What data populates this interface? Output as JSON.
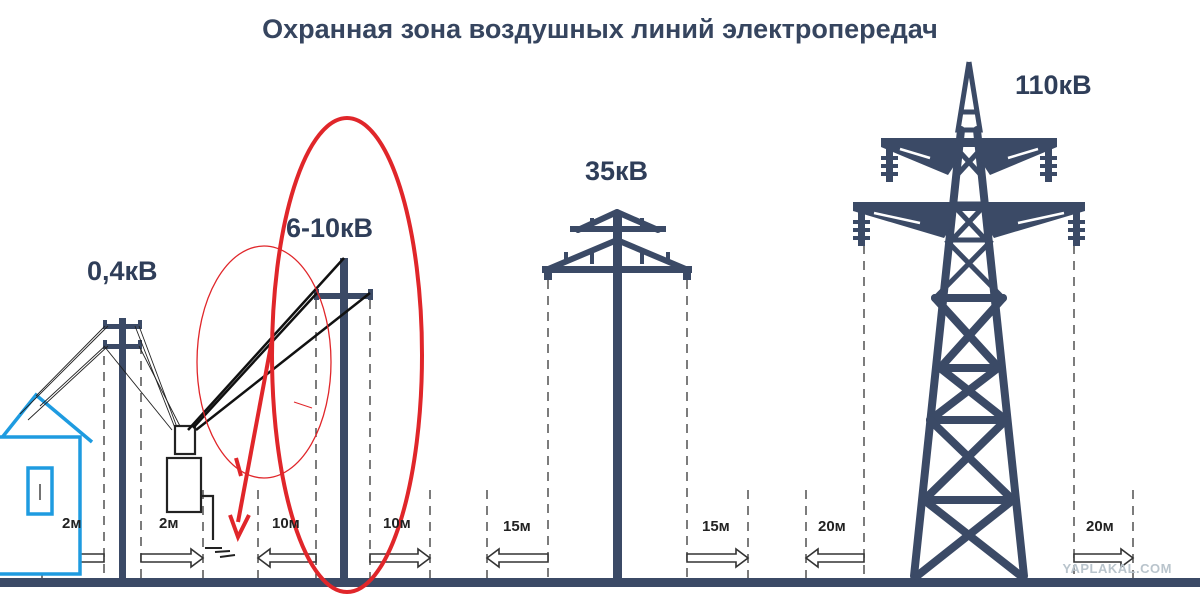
{
  "title": "Охранная зона воздушных линий электропередач",
  "voltages": {
    "v04": "0,4кВ",
    "v610": "6-10кВ",
    "v35": "35кВ",
    "v110": "110кВ"
  },
  "distances": {
    "d04_left": "2м",
    "d04_right": "2м",
    "d610_left": "10м",
    "d610_right": "10м",
    "d35_left": "15м",
    "d35_right": "15м",
    "d110_left": "20м",
    "d110_right": "20м"
  },
  "watermark": "YAPLAKAL.COM",
  "colors": {
    "pole": "#3b4a66",
    "highlight": "#e0262a",
    "house": "#1e9be0"
  }
}
